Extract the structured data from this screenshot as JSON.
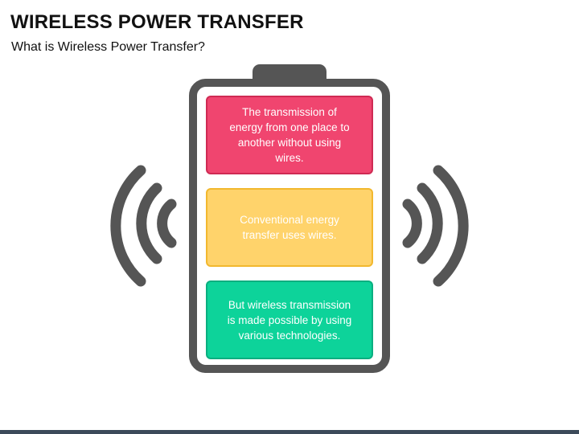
{
  "header": {
    "title": "WIRELESS POWER TRANSFER",
    "subtitle": "What is Wireless Power Transfer?"
  },
  "battery": {
    "outline_color": "#555555",
    "icon": "battery-icon"
  },
  "cards": [
    {
      "text": "The transmission of energy from one place to another without using wires.",
      "fill": "#f0456f"
    },
    {
      "text": "Conventional energy transfer uses wires.",
      "fill": "#ffd36b"
    },
    {
      "text": "But wireless transmission is made possible by using various technologies.",
      "fill": "#0dd39a"
    }
  ],
  "signals": {
    "left_icon": "signal-waves-left-icon",
    "right_icon": "signal-waves-right-icon",
    "color": "#555555"
  }
}
